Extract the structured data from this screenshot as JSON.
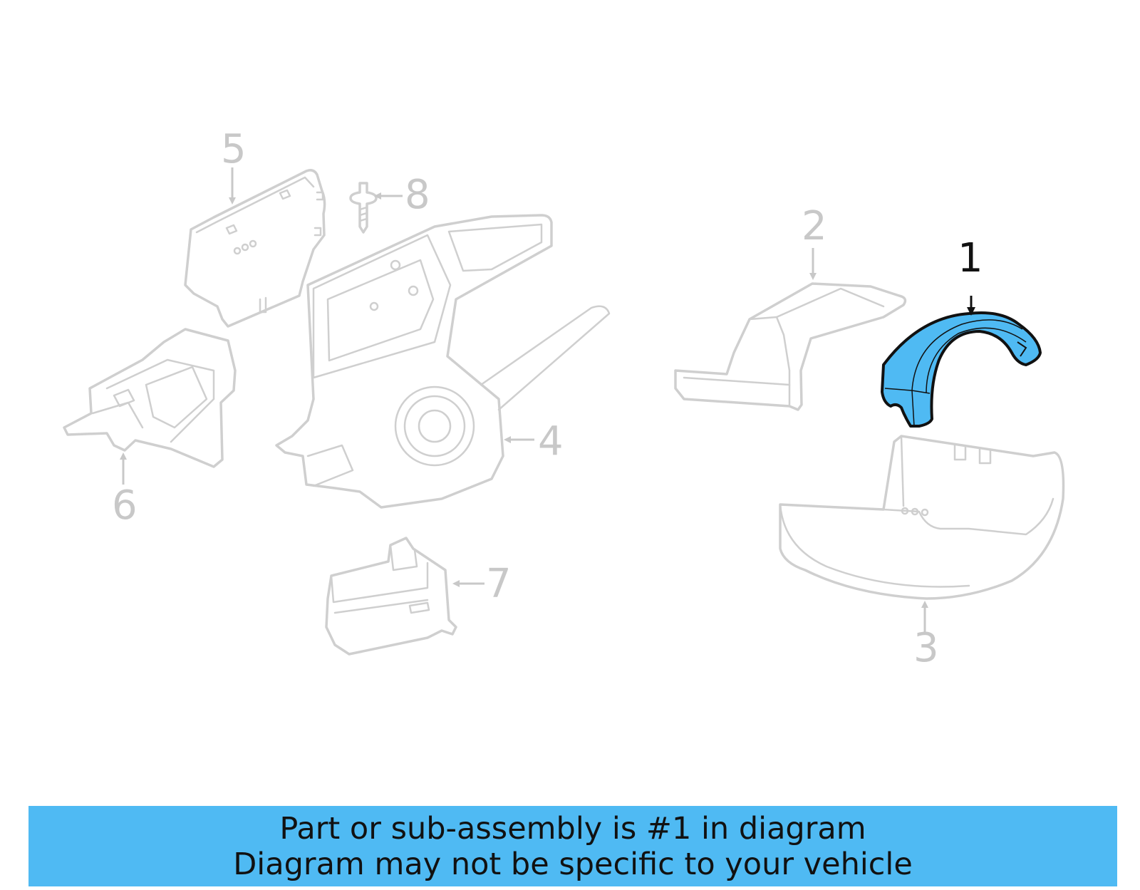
{
  "diagram": {
    "highlight_color": "#4fbaf3",
    "ghost_color": "#cfcfcf",
    "highlighted_part": "1",
    "callouts": [
      {
        "number": "1",
        "part": "upper-column-cover",
        "highlighted": true
      },
      {
        "number": "2",
        "part": "column-bracket",
        "highlighted": false
      },
      {
        "number": "3",
        "part": "lower-column-cover",
        "highlighted": false
      },
      {
        "number": "4",
        "part": "steering-column-switch-assembly",
        "highlighted": false
      },
      {
        "number": "5",
        "part": "cover-panel",
        "highlighted": false
      },
      {
        "number": "6",
        "part": "mounting-bracket",
        "highlighted": false
      },
      {
        "number": "7",
        "part": "switch-module",
        "highlighted": false
      },
      {
        "number": "8",
        "part": "screw",
        "highlighted": false
      }
    ]
  },
  "banner": {
    "line1": "Part or sub-assembly is #1 in diagram",
    "line2": "Diagram may not be specific to your vehicle",
    "background": "#4fbaf3"
  }
}
